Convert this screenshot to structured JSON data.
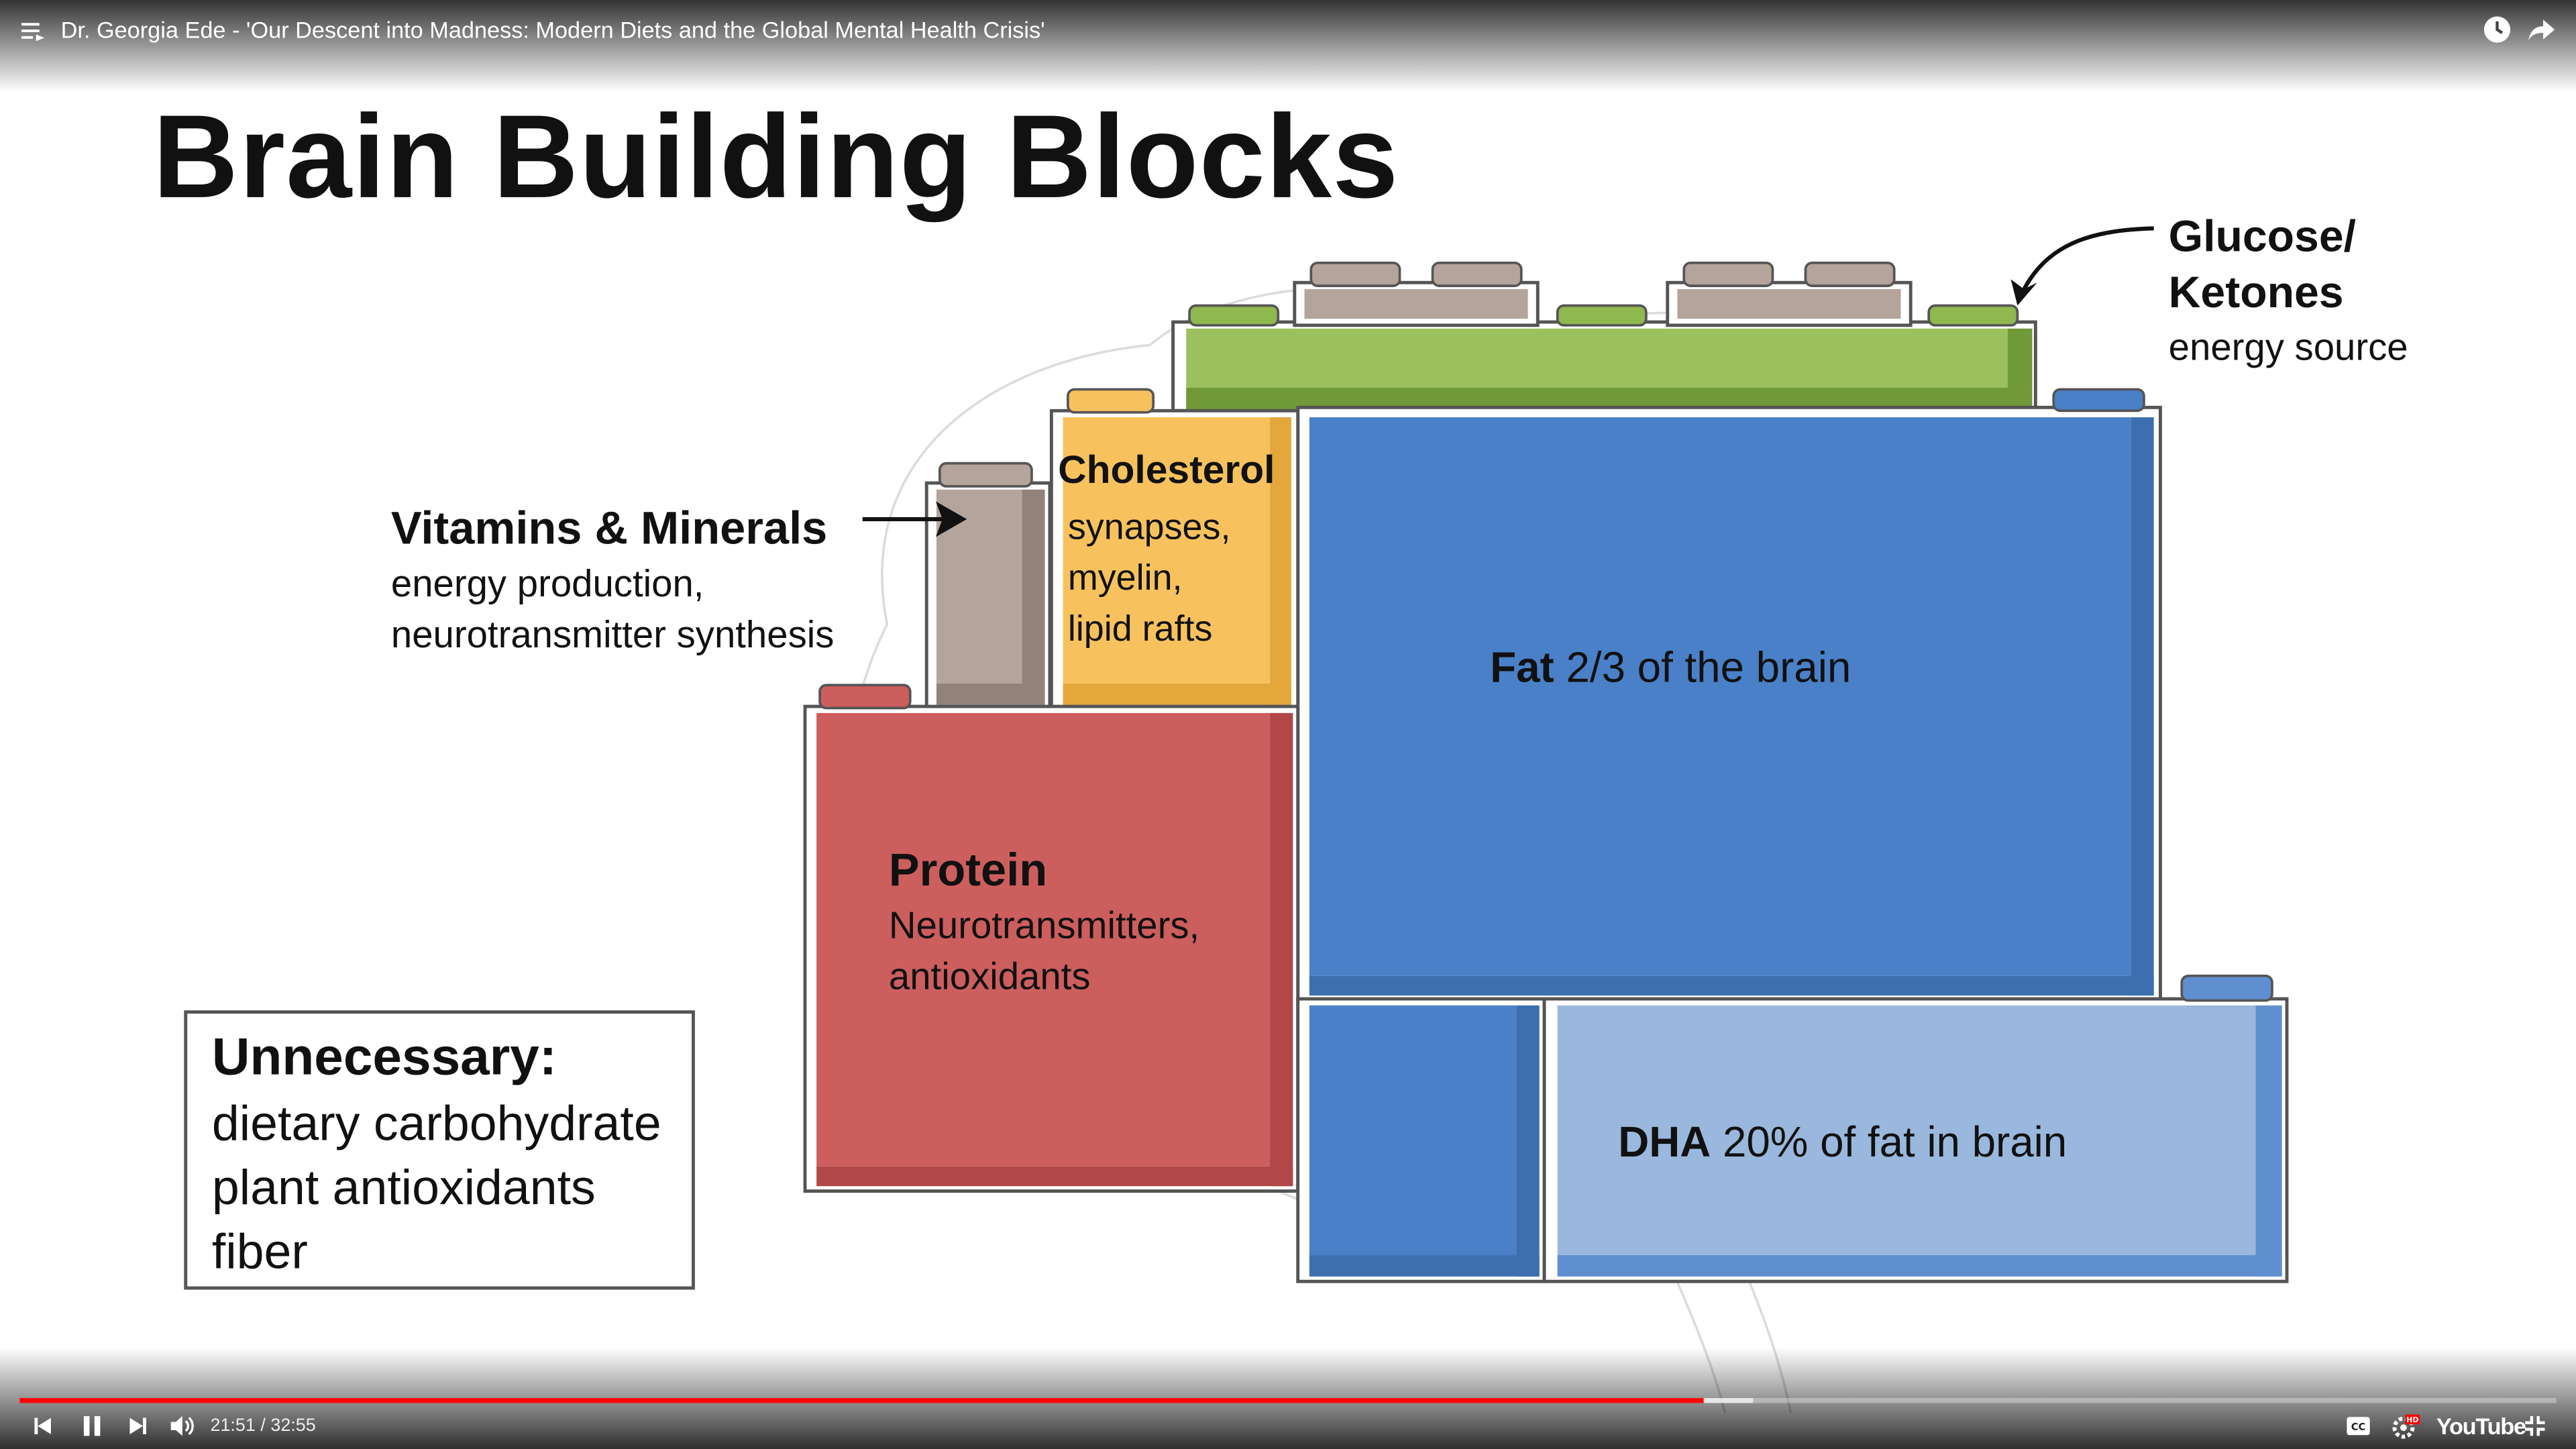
{
  "player": {
    "video_title": "Dr. Georgia Ede - 'Our Descent into Madness: Modern Diets and the Global Mental Health Crisis'",
    "time_display": "21:51 / 32:55",
    "progress_fraction": 0.664,
    "accent_color": "#ff0000",
    "youtube_label": "YouTube",
    "icons": [
      "playlist-icon",
      "watch-later-icon",
      "share-icon",
      "previous-icon",
      "pause-icon",
      "next-icon",
      "volume-icon",
      "captions-icon",
      "settings-hd-icon",
      "exit-fullscreen-icon"
    ]
  },
  "slide": {
    "title": "Brain Building Blocks",
    "vitamins": {
      "title": "Vitamins & Minerals",
      "line1": "energy production,",
      "line2": "neurotransmitter synthesis"
    },
    "glucose": {
      "title1": "Glucose/",
      "title2": "Ketones",
      "desc": "energy source"
    },
    "cholesterol": {
      "title": "Cholesterol",
      "line1": "synapses,",
      "line2": "myelin,",
      "line3": "lipid rafts"
    },
    "fat": {
      "title": "Fat",
      "desc": "2/3 of the brain"
    },
    "protein": {
      "title": "Protein",
      "line1": "Neurotransmitters,",
      "line2": "antioxidants"
    },
    "dha": {
      "title": "DHA",
      "desc": "20% of fat in brain"
    },
    "unnecessary": {
      "title": "Unnecessary:",
      "item1": "dietary carbohydrate",
      "item2": "plant antioxidants",
      "item3": "fiber"
    },
    "colors": {
      "green": "#8fb84e",
      "grey": "#b4a49c",
      "yellow": "#f7c25e",
      "blue": "#4a80c8",
      "light_blue": "#9ab8dd",
      "red": "#cd5e5e"
    }
  }
}
